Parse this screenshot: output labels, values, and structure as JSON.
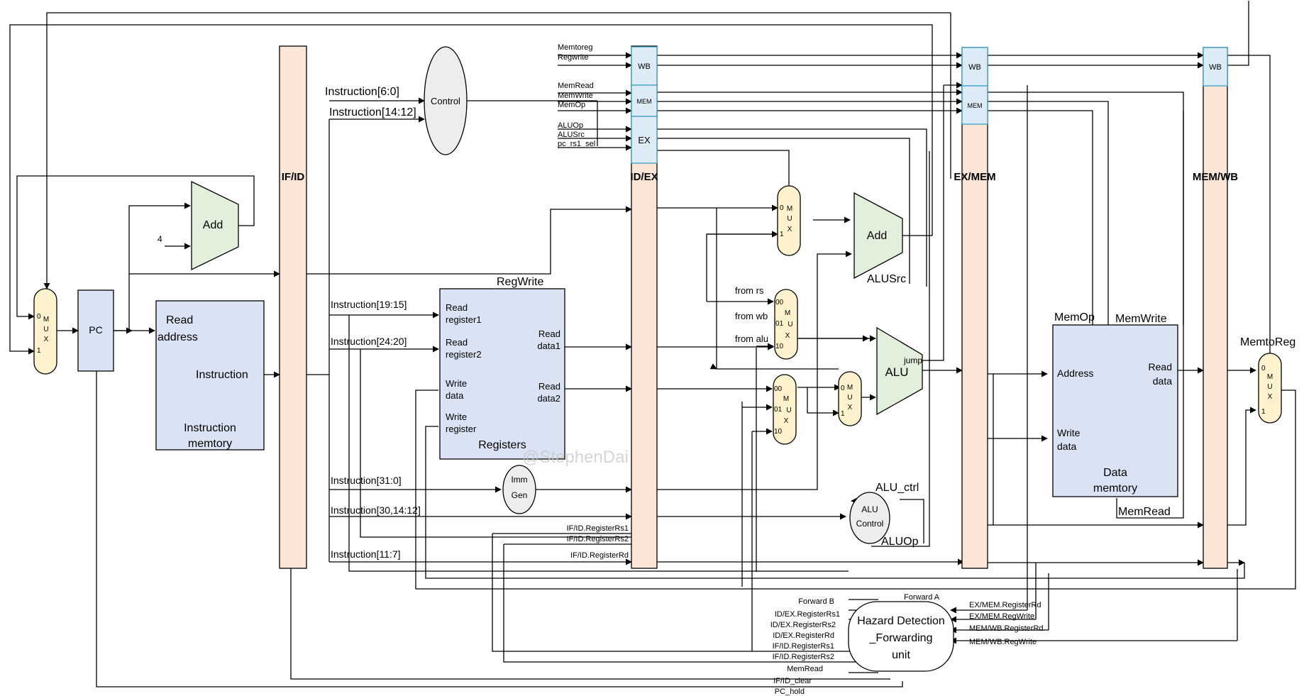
{
  "colors": {
    "pipeline_register": "#fbe5d6",
    "pipeline_stage_box": "#ddebf7",
    "stage_box_border": "#2e9bc6",
    "memory_block": "#dae3f3",
    "adder": "#e2efda",
    "mux": "#fff2cc",
    "ellipse": "#ededed",
    "wire": "#000000"
  },
  "registers": {
    "if_id": "IF/ID",
    "id_ex": "ID/EX",
    "ex_mem": "EX/MEM",
    "mem_wb": "MEM/WB"
  },
  "stage_boxes": {
    "wb": "WB",
    "mem": "MEM",
    "ex": "EX"
  },
  "blocks": {
    "pc": "PC",
    "add_pc": "Add",
    "constant_4": "4",
    "add_branch": "Add",
    "alu": "ALU",
    "control": "Control",
    "imm_gen": [
      "Imm",
      "Gen"
    ],
    "alu_control": [
      "ALU",
      "Control"
    ],
    "instruction_memory": {
      "read_address": [
        "Read",
        "address"
      ],
      "instruction": "Instruction",
      "title": [
        "Instruction",
        "memtory"
      ]
    },
    "registers": {
      "read_register1": [
        "Read",
        "register1"
      ],
      "read_register2": [
        "Read",
        "register2"
      ],
      "write_data": [
        "Write",
        "data"
      ],
      "write_register": [
        "Write",
        "register"
      ],
      "read_data1": [
        "Read",
        "data1"
      ],
      "read_data2": [
        "Read",
        "data2"
      ],
      "title": "Registers",
      "regwrite": "RegWrite"
    },
    "data_memory": {
      "address": "Address",
      "write_data": [
        "Write",
        "data"
      ],
      "read_data": [
        "Read",
        "data"
      ],
      "title": [
        "Data",
        "memtory"
      ],
      "memop": "MemOp",
      "memwrite": "MemWrite",
      "memread": "MemRead"
    },
    "hazard_unit": [
      "Hazard Detection",
      "_Forwarding",
      "unit"
    ]
  },
  "mux_labels": {
    "pc_mux": {
      "in0": "0",
      "in1": "1",
      "letters": [
        "M",
        "U",
        "X"
      ]
    },
    "branch_mux": {
      "in0": "0",
      "in1": "1",
      "letters": [
        "M",
        "U",
        "X"
      ]
    },
    "fwd_a_mux": {
      "in0": "00",
      "in1": "01",
      "in2": "10",
      "letters": [
        "M",
        "U",
        "X"
      ]
    },
    "fwd_b_mux": {
      "in0": "00",
      "in1": "01",
      "in2": "10",
      "letters": [
        "M",
        "U",
        "X"
      ]
    },
    "alusrc_mux": {
      "in0": "0",
      "in1": "1",
      "letters": [
        "M",
        "U",
        "X"
      ]
    },
    "memtoreg_mux": {
      "in0": "0",
      "in1": "1",
      "letters": [
        "M",
        "U",
        "X"
      ]
    }
  },
  "control_signals": [
    "Memtoreg",
    "Regwrite",
    "MemRead",
    "MemWrite",
    "MemOp",
    "ALUOp",
    "ALUSrc",
    "pc_rs1_sel"
  ],
  "instruction_fields": {
    "opcode": "Instruction[6:0]",
    "funct3": "Instruction[14:12]",
    "rs1": "Instruction[19:15]",
    "rs2": "Instruction[24:20]",
    "full": "Instruction[31:0]",
    "funct7": "Instruction[30,14:12]",
    "rd": "Instruction[11:7]"
  },
  "id_signals": {
    "rs1": "IF/ID.RegisterRs1",
    "rs2": "IF/ID.RegisterRs2",
    "rd": "IF/ID.RegisterRd"
  },
  "forward_labels": {
    "from_rs": "from rs",
    "from_wb": "from wb",
    "from_alu": "from alu",
    "jump": "jump"
  },
  "ex_labels": {
    "alusrc": "ALUSrc",
    "alu_ctrl": "ALU_ctrl",
    "aluop": "ALUOp",
    "memtoreg": "MemtoReg"
  },
  "hazard_inputs_left": [
    "Forward B",
    "Forward A",
    "ID/EX.RegisterRs1",
    "ID/EX.RegisterRs2",
    "ID/EX.RegisterRd",
    "IF/ID.RegisterRs1",
    "IF/ID.RegisterRs2",
    "MemRead",
    "IF/ID_clear",
    "PC_hold"
  ],
  "hazard_inputs_right": [
    "EX/MEM.RegisterRd",
    "EX/MEM.RegWrite",
    "MEM/WB.RegisterRd",
    "MEM/WB.RegWrite"
  ],
  "watermark": "@StephenDai"
}
